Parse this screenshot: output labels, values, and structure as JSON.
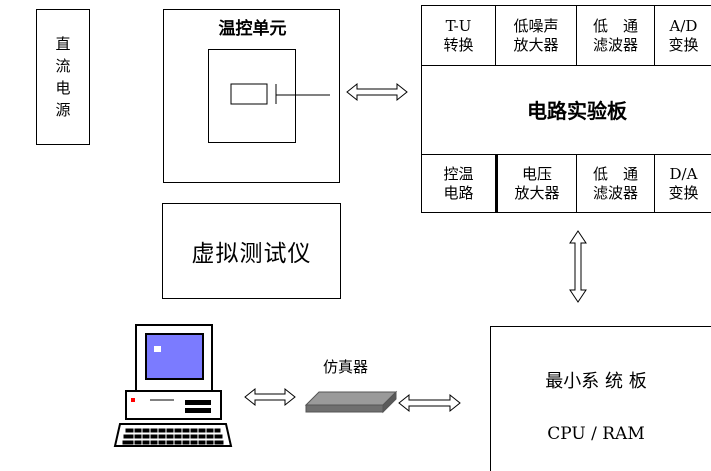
{
  "power_supply": {
    "label": "直\n流\n电\n源"
  },
  "temp_control": {
    "title": "温控单元"
  },
  "virtual_instrument": {
    "label": "虚拟测试仪"
  },
  "circuit_board": {
    "title": "电路实验板",
    "top_cells": [
      "T-U\n转换",
      "低噪声\n放大器",
      "低　通\n滤波器",
      "A/D\n变换"
    ],
    "bottom_cells": [
      "控温\n电路",
      "电压\n放大器",
      "低　通\n滤波器",
      "D/A\n变换"
    ]
  },
  "emulator": {
    "label": "仿真器"
  },
  "min_system": {
    "title": "最小系 统 板",
    "subtitle": "CPU / RAM"
  },
  "colors": {
    "screen": "#7b7bff",
    "monitor_body": "#ffffff",
    "outline": "#000000"
  }
}
